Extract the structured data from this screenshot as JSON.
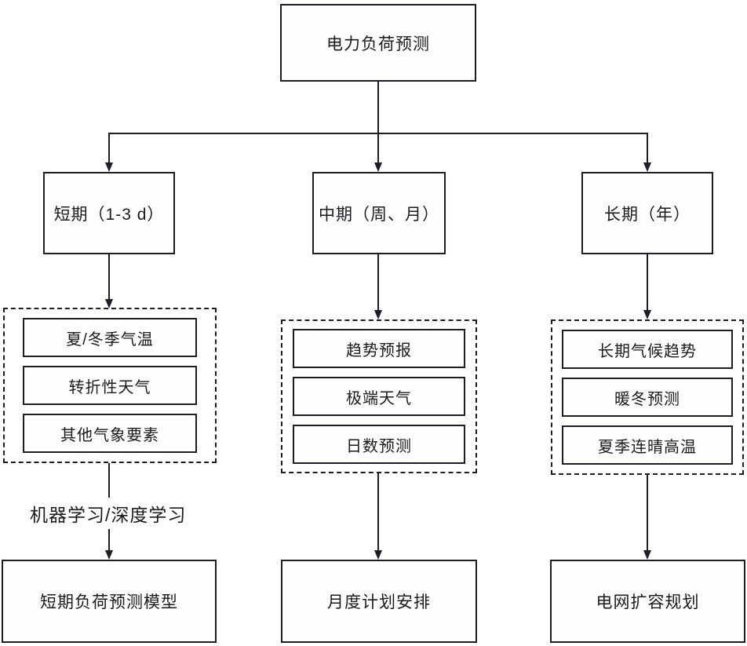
{
  "diagram": {
    "root_label": "电力负荷预测",
    "branches": [
      {
        "level2": "短期（1-3 d）",
        "factors": [
          "夏/冬季气温",
          "转折性天气",
          "其他气象要素"
        ],
        "edge_label": "机器学习/深度学习",
        "outcome": "短期负荷预测模型"
      },
      {
        "level2": "中期（周、月）",
        "factors": [
          "趋势预报",
          "极端天气",
          "日数预测"
        ],
        "outcome": "月度计划安排"
      },
      {
        "level2": "长期（年）",
        "factors": [
          "长期气候趋势",
          "暖冬预测",
          "夏季连晴高温"
        ],
        "outcome": "电网扩容规划"
      }
    ],
    "colors": {
      "line": "#1c1d28",
      "text": "#1b1b1f",
      "background": "#ffffff"
    }
  }
}
